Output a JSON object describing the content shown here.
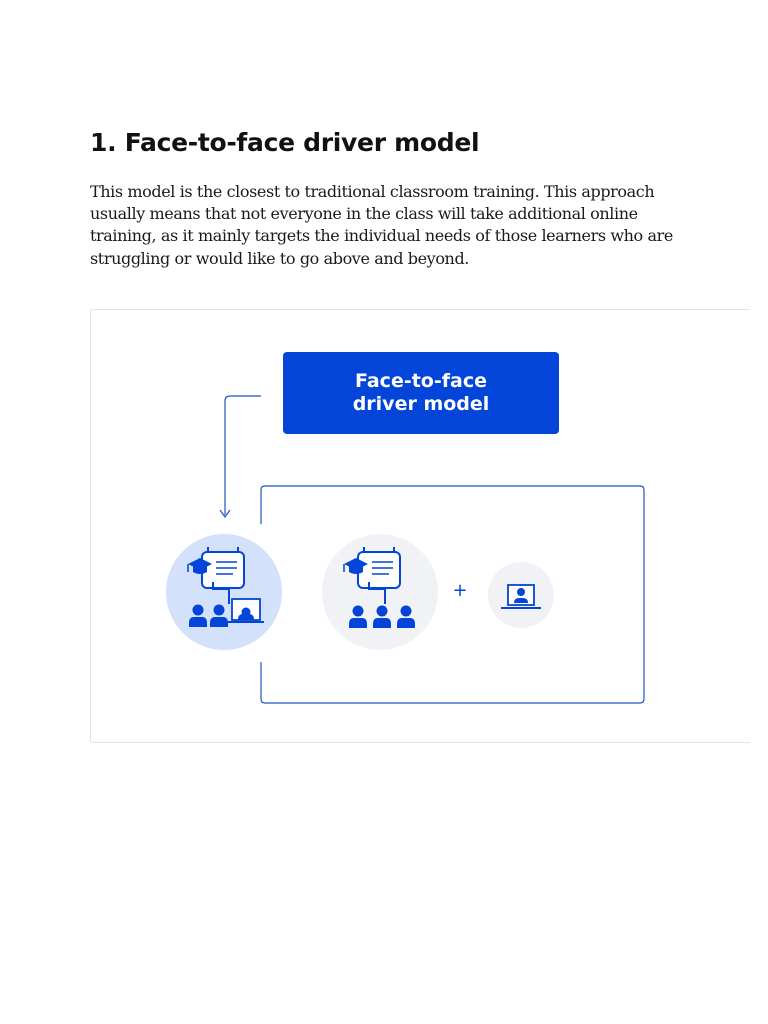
{
  "section": {
    "title": "1. Face-to-face driver model",
    "paragraph": "This model is the closest to traditional classroom training. This approach usually means that not everyone in the class will take additional online training, as it mainly targets the individual needs of those learners who are struggling or would like to go above and beyond."
  },
  "diagram": {
    "box_label": "Face-to-face\ndriver model",
    "plus": "+",
    "icons": [
      "blended-classroom-icon",
      "classroom-icon",
      "online-learner-icon"
    ],
    "colors": {
      "brand_blue": "#0345d8",
      "highlight_circle": "#d4e1fb",
      "neutral_circle": "#f1f2f6",
      "frame_line": "#1f55c8"
    }
  }
}
